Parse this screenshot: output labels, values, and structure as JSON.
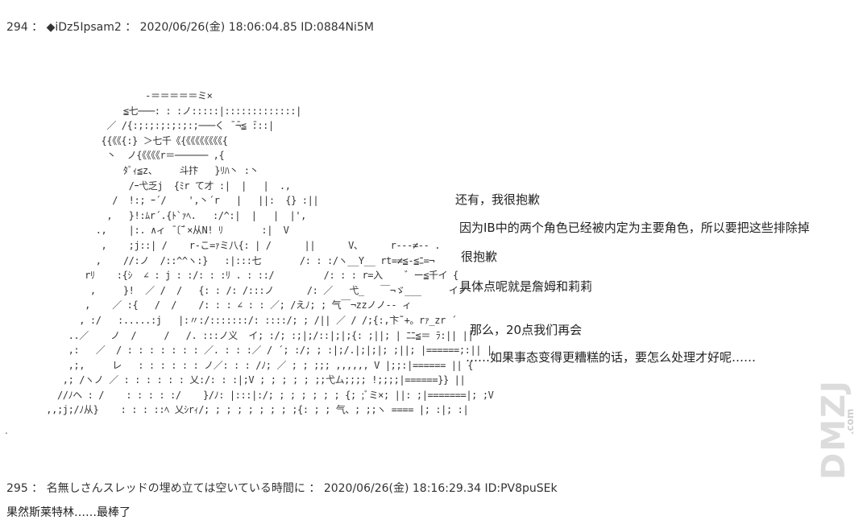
{
  "post294": {
    "header": "294 ： ◆iDz5Ipsam2 ： 2020/06/26(金) 18:06:04.85 ID:0884Ni5M",
    "ascii_art": "                      -＝＝＝＝＝ミ×\n                  ≦七───: : :ノ:::::|:::::::::::::|\n               ／ /{:;:;:;:;:;:;───く ̄ ̄¬≦ ̄:::|\n              {{《《{:} ＞七千《{《《《《《《《《{\n               丶  ノ{《《《《r＝────── ,{\n                  ﾀﾞｨ≦z、    斗抃   }ﾘﾊ丶 :丶\n                   /ｰ弋乏j  {ﾐr て才 :|  |   |  .,\n                /  !:; ｰ´/    ',丶´r   |   ||:  {} :||\n               ,   }!:ﾑr´.{ﾄ`ｧﾍ.   :/^:|  |   |  |',\n             .,    |:. ∧ィ ̄〔 ̄ﾞ×从N! ﾘ       :|  V\n              ,    ;j::| /    r‐こ=ｧミ八{: | /      ||      V、     r‐‐‐≠‐‐ .\n             ,    //:ノ  /::^^ヽ:}   :|:::七       /: : :/ヽ__Y__ rt=≠≦-≦ﾆ=¬\n           rﾘ    :{ｼ  ∠ : j : :/: : :ﾘ . : ::/         /: : : r=入    ゛ー≦千イ {\n            ,     }!  ／ /  /   {: : /: /:::ノ      /: ／   弋_   ￣¬ゞ___     イノ\n           ,    ／ :{   /  /    /: : : ∠ : : ／; /えﾉ; ; 气￣¬zzノノ‐‐ ィ\n          , :/   :.....:j   |:〃:/:::::::/: ::::/; ; /|| ／ / /;{:,卞˜+。rｧ_zr ´\n        ..／    ノ  /     /   /. :::ノ义  イ; :/; :;|;/::|;|;{: ;||; | ﾆﾆ≦＝ ﾗ:|| ||\n        ,:   ／  / : : : : : : : ／. : : :／ / ´; :/; ; :|;/.|;|;|; ;||; |======;:|| |\n        ,;,     レ   : : : : : : ノ／: : : /ﾉ; ／ ; ; ;;; ,,,,,, V |;;:|====== || {\n       ,; /ヽノ ／ : : : : : : 乂:/: : :|;V ; ; ; ; ; ;;弋ム;;;; !;;;;|======}} ||\n      //ﾉヘ : /    : : : : :/    }/ﾉ: |:::|:/; ; ; ; ; ; ; {; ;ﾞミ×; ||: ;|=======|; ;V\n    ,,;j;/ﾉ从}    : : : ::ﾍ 乂ｼrｨ/; ; ; ; ; ; ; ; ;{: ; ; 气、; ;;ヽ ==== |; :|; :|",
    "lines": [
      "还有，我很抱歉",
      "因为IB中的两个角色已经被内定为主要角色，所以要把这些排除掉",
      "很抱歉",
      "具体点呢就是詹姆和莉莉",
      "那么，20点我们再会",
      "……如果事态变得更糟糕的话，要怎么处理才好呢……"
    ]
  },
  "post295": {
    "header": "295 ： 名無しさんスレッドの埋め立ては空いている時間に ： 2020/06/26(金) 18:16:29.34 ID:PV8puSEk",
    "body": "果然斯莱特林……最棒了"
  },
  "stray_mark": ".",
  "watermark": {
    "logo": "DMZJ",
    "dotcom": ".com"
  }
}
